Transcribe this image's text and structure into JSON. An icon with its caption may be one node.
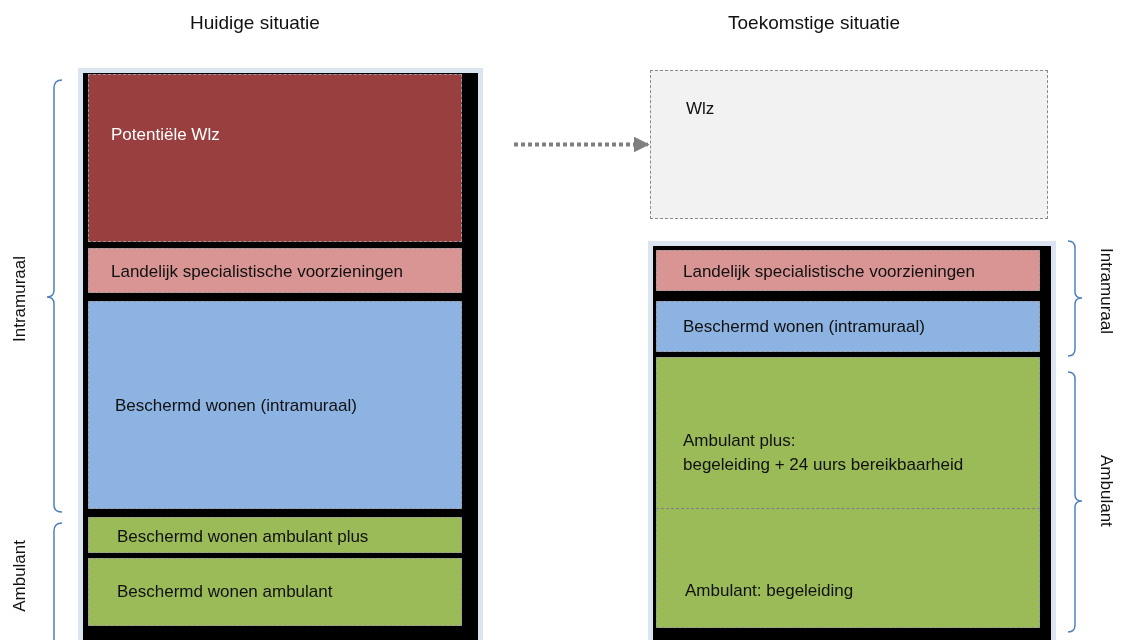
{
  "diagram": {
    "nodes": [
      {
        "text": [],
        "shape": "box"
      },
      {
        "text": [
          "Potentiële Wlz"
        ],
        "in": 0
      },
      {
        "text": [
          "Landelijk specialistische voorzieningen"
        ],
        "in": 0
      },
      {
        "text": [
          "Beschermd wonen (intramuraal)"
        ],
        "in": 0
      },
      {
        "text": [
          "Beschermd wonen ambulant plus"
        ],
        "in": 0
      },
      {
        "text": [
          "Beschermd wonen ambulant"
        ],
        "in": 0
      },
      {
        "text": [
          "Wlz"
        ]
      },
      {
        "text": [],
        "shape": "box"
      },
      {
        "text": [
          "Landelijk specialistische voorzieningen"
        ],
        "in": 7
      },
      {
        "text": [
          "Beschermd wonen (intramuraal)"
        ],
        "in": 7
      },
      {
        "text": [
          "Ambulant plus:",
          "begeleiding + 24 uurs bereikbaarheid"
        ],
        "in": 7
      },
      {
        "text": [
          "Ambulant: begeleiding"
        ],
        "in": 7
      }
    ],
    "edges": [
      {
        "from": null,
        "to": 6,
        "arrow": "to",
        "style": "dashed"
      }
    ],
    "labels": [
      "Huidige situatie",
      "Toekomstige situatie",
      "Intramuraal",
      "Ambulant",
      "Intramuraal",
      "Ambulant"
    ]
  }
}
